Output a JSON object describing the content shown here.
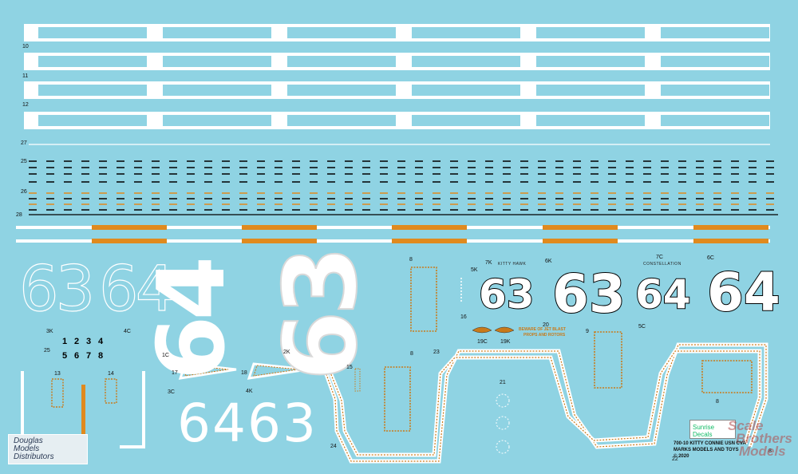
{
  "colors": {
    "background": "#8fd3e3",
    "white": "#ffffff",
    "orange": "#e08a1e",
    "black": "#000000"
  },
  "row_labels": {
    "r10": "10",
    "r11": "11",
    "r12": "12",
    "r27": "27",
    "r25": "25",
    "r26": "26",
    "r28": "28"
  },
  "labels": {
    "l3K": "3K",
    "l4C": "4C",
    "l25b": "25",
    "l1C": "1C",
    "l2K": "2K",
    "l3C": "3C",
    "l4K": "4K",
    "l13": "13",
    "l14": "14",
    "l17": "17",
    "l18": "18",
    "l15": "15",
    "l8a": "8",
    "l5K": "5K",
    "l7K": "7K",
    "l6K": "6K",
    "l7C": "7C",
    "l6C": "6C",
    "l5C": "5C",
    "l16": "16",
    "l19C": "19C",
    "l19K": "19K",
    "l20": "20",
    "l9": "9",
    "l23": "23",
    "l21": "21",
    "l24": "24",
    "l22": "22",
    "l8b": "8",
    "l8c": "8",
    "l8d": "8"
  },
  "small_numbers": [
    "1",
    "2",
    "3",
    "4",
    "5",
    "6",
    "7",
    "8"
  ],
  "ship_names": {
    "kitty_hawk": "KITTY HAWK",
    "constellation": "CONSTELLATION"
  },
  "orange_caption": {
    "line1": "BEWARE OF JET BLAST",
    "line2": "PROPS AND ROTORS"
  },
  "numbers": {
    "hollow_63": "63",
    "hollow_64": "64",
    "big_vertical_64": "64",
    "big_vertical_63": "63",
    "bottom_6463": "6463",
    "black_63_small": "63",
    "black_63_large": "63",
    "black_64_small": "64",
    "black_64_large": "64"
  },
  "logo_left": {
    "line1": "Douglas",
    "line2": "Models",
    "line3": "Distributors"
  },
  "product": {
    "brand": "Sunrise Decals",
    "code_line": "700-10 KITTY CONNIE USN CVA",
    "maker_line": "MARKS MODELS AND TOYS",
    "copyright": "© 2020",
    "watermark_1": "Scale",
    "watermark_2": "Brothers",
    "watermark_3": "Models"
  }
}
